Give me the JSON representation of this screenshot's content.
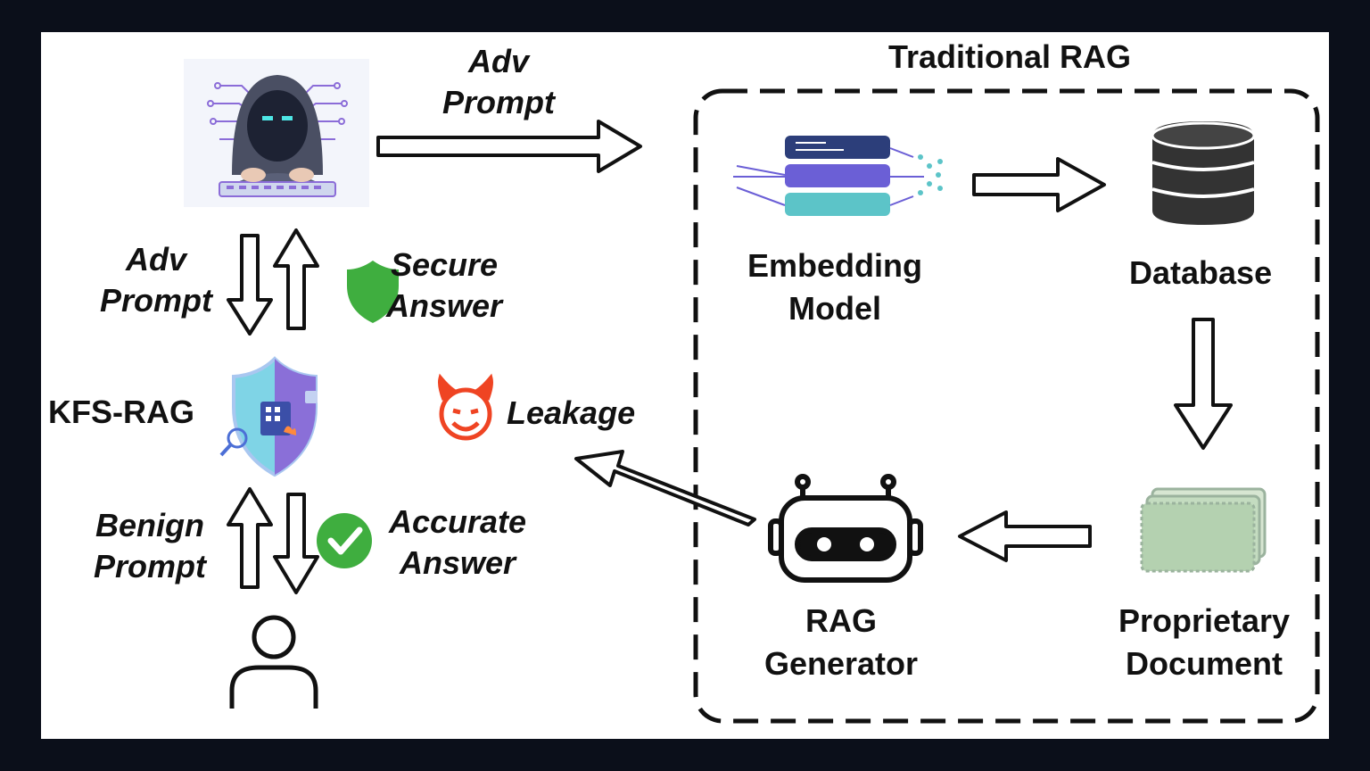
{
  "labels": {
    "traditional_rag": "Traditional RAG",
    "adv_prompt_top": [
      "Adv",
      "Prompt"
    ],
    "adv_prompt_left": [
      "Adv",
      "Prompt"
    ],
    "secure_answer": [
      "Secure",
      "Answer"
    ],
    "kfs_rag": "KFS-RAG",
    "leakage": "Leakage",
    "benign_prompt": [
      "Benign",
      "Prompt"
    ],
    "accurate_answer": [
      "Accurate",
      "Answer"
    ],
    "embedding_model": [
      "Embedding",
      "Model"
    ],
    "database": "Database",
    "rag_generator": [
      "RAG",
      "Generator"
    ],
    "proprietary_document": [
      "Proprietary",
      "Document"
    ]
  },
  "icons": {
    "attacker": "hooded-hacker-icon",
    "shield": "green-shield-icon",
    "kfs": "kfs-shield-icon",
    "devil": "devil-face-icon",
    "check": "green-check-icon",
    "user": "user-icon",
    "embedding": "embedding-model-icon",
    "database": "database-icon",
    "generator": "robot-icon",
    "document": "document-stack-icon"
  },
  "colors": {
    "background": "#0b0f1a",
    "canvas": "#ffffff",
    "secure_green": "#3fae3f",
    "devil_red": "#ef4423",
    "hacker_purple": "#8b6cd8",
    "embed_purple": "#6b5fd6",
    "embed_teal": "#5cc4c8",
    "embed_navy": "#2c3e7a"
  }
}
